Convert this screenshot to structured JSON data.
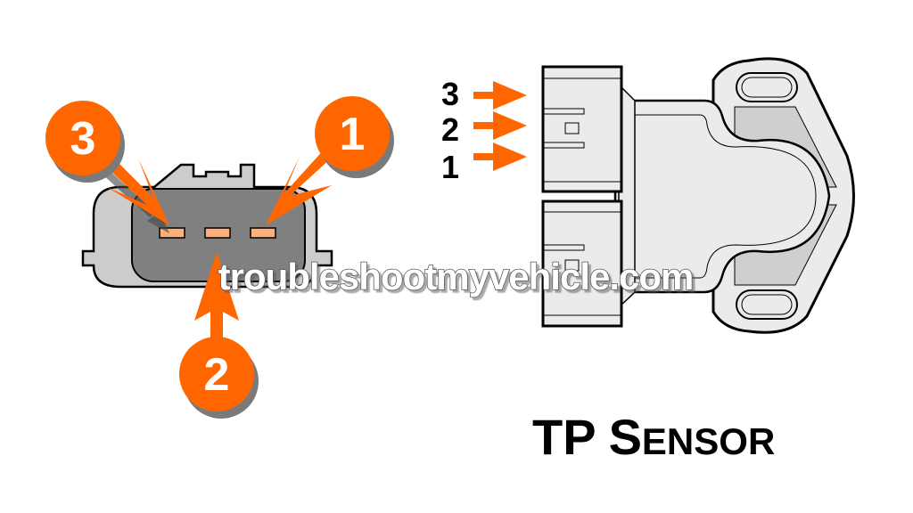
{
  "colors": {
    "accent": "#ff6600",
    "pin": "#ffb07a",
    "connector_face": "#808080",
    "housing": "#cccccc",
    "sensor_body": "#ebebeb",
    "shadow": "#7a7a7a"
  },
  "connector_callouts": [
    {
      "label": "3",
      "pin": 3
    },
    {
      "label": "1",
      "pin": 1
    },
    {
      "label": "2",
      "pin": 2
    }
  ],
  "sensor_pin_labels": [
    "3",
    "2",
    "1"
  ],
  "watermark": "troubleshootmyvehicle.com",
  "title": {
    "big1": "TP",
    "big2": "S",
    "small": "ENSOR"
  }
}
